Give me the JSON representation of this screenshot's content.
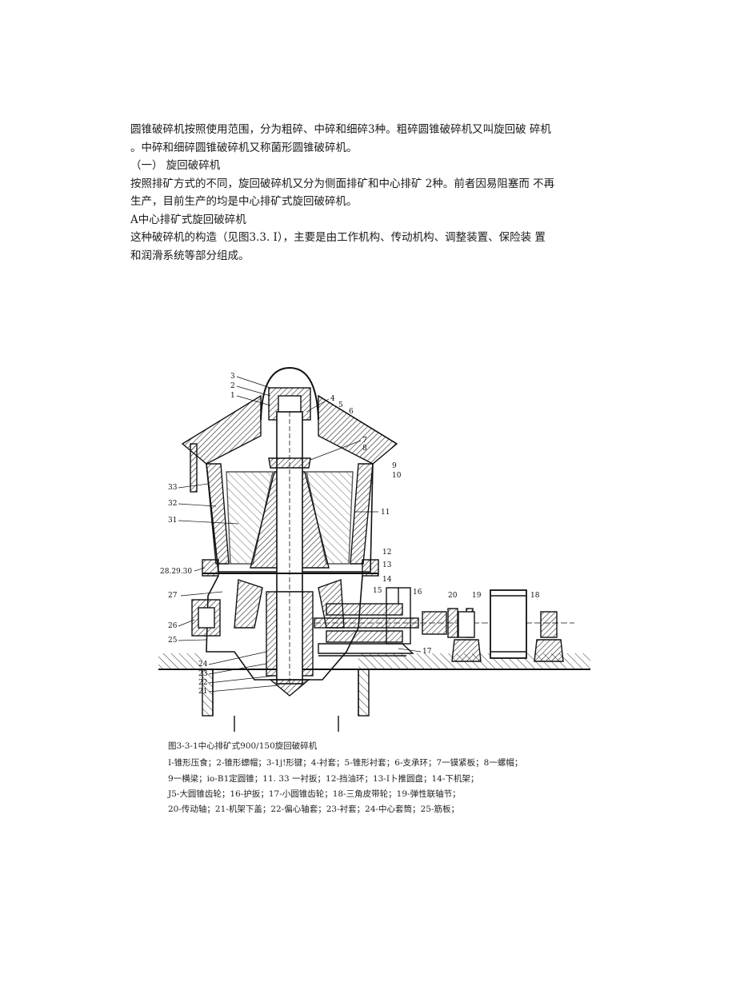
{
  "text": {
    "p1_l1": "圆锥破碎机按照使用范围，分为粗碎、中碎和细碎3种。粗碎圆锥破碎机又叫旋回破 碎机",
    "p1_l2": "。中碎和细碎圆锥破碎机又称菌形圆锥破碎机。",
    "h1": "（一） 旋回破碎机",
    "p2_l1": "按照排矿方式的不同，旋回破碎机又分为侧面排矿和中心排矿 2种。前者因易阻塞而 不再",
    "p2_l2": "生产，目前生产的均是中心排矿式旋回破碎机。",
    "h2": "A中心排矿式旋回破碎机",
    "p3_l1": "这种破碎机的构造（见图3.3. I），主要是由工作机构、传动机构、调整装置、保险装 置",
    "p3_l2": "和润滑系统等部分组成。"
  },
  "figure": {
    "labels": {
      "n3": "3",
      "n2": "2",
      "n1": "1",
      "n4": "4",
      "n5": "5",
      "n6": "6",
      "n7": "7",
      "n8": "8",
      "n9": "9",
      "n10": "10",
      "n33": "33",
      "n32": "32",
      "n31": "31",
      "n11": "11",
      "n12": "12",
      "n13": "13",
      "n28": "28.29.30",
      "n14": "14",
      "n15": "15",
      "n27": "27",
      "n16": "16",
      "n20": "20",
      "n19": "19",
      "n18": "18",
      "n26": "26",
      "n25": "25",
      "n17": "17",
      "n24": "24",
      "n23": "23",
      "n22": "22",
      "n21": "21"
    }
  },
  "caption": {
    "title": "图3-3-1中心排矿式900/150旋回破碎机",
    "l1": "I-锥形压食；2-锥形螵帽；3-1j!形键；4-衬套；5-锥形衬套；6-支承环；7一镆紧板；8一螺帽；",
    "l2": "9一横梁；io-B1定圆锥；11. 33 一衬扳；12-挡油环；13-I卜推圆盘；14-下机架；",
    "l3": "J5-大圆锥齿轮；16-护扳；17-小圆锥齿轮；18-三角皮带轮；19-弹性联轴节；",
    "l4": "20-传动轴；21-机架下盖；22-偏心轴套；23-衬套；24-中心套筒；25-筋板；"
  }
}
